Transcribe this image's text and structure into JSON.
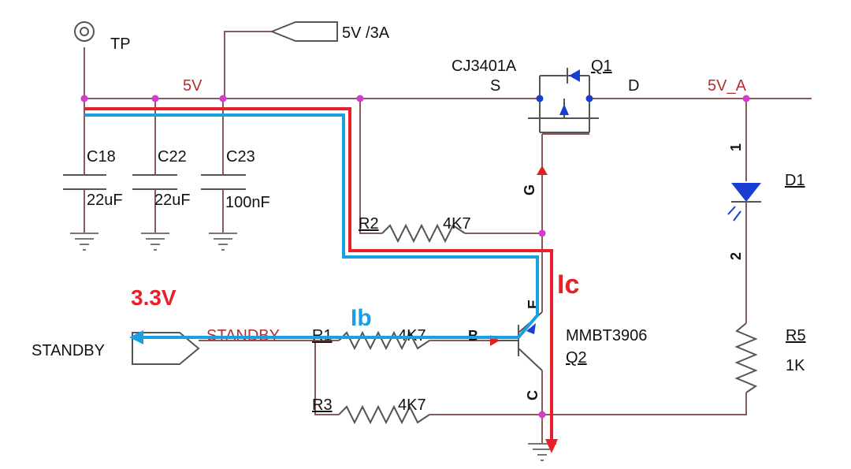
{
  "labels": {
    "tp": "TP",
    "supply": "5V /3A",
    "net_5v": "5V",
    "q1_part": "CJ3401A",
    "q1_ref": "Q1",
    "q1_s": "S",
    "q1_d": "D",
    "net_5v_a": "5V_A",
    "c18": "C18",
    "c22": "C22",
    "c23": "C23",
    "c18_val": "22uF",
    "c22_val": "22uF",
    "c23_val": "100nF",
    "pin_g": "G",
    "r2": "R2",
    "r2_val": "4K7",
    "d1": "D1",
    "d1_pin1": "1",
    "d1_pin2": "2",
    "label_3v3": "3.3V",
    "label_ic": "Ic",
    "label_ib": "Ib",
    "pin_e": "E",
    "pin_b": "B",
    "pin_c": "C",
    "q2_part": "MMBT3906",
    "q2_ref": "Q2",
    "standby_port": "STANDBY",
    "standby_net": "STANDBY",
    "r1": "R1",
    "r1_val": "4K7",
    "r3": "R3",
    "r3_val": "4K7",
    "r5": "R5",
    "r5_val": "1K"
  },
  "colors": {
    "ic_path": "#e8202a",
    "ib_path": "#1aa0e0",
    "junction": "#d63bd0",
    "net_label": "#b03030",
    "arrow_red": "#e02020",
    "arrow_blue": "#1a3fd0"
  }
}
